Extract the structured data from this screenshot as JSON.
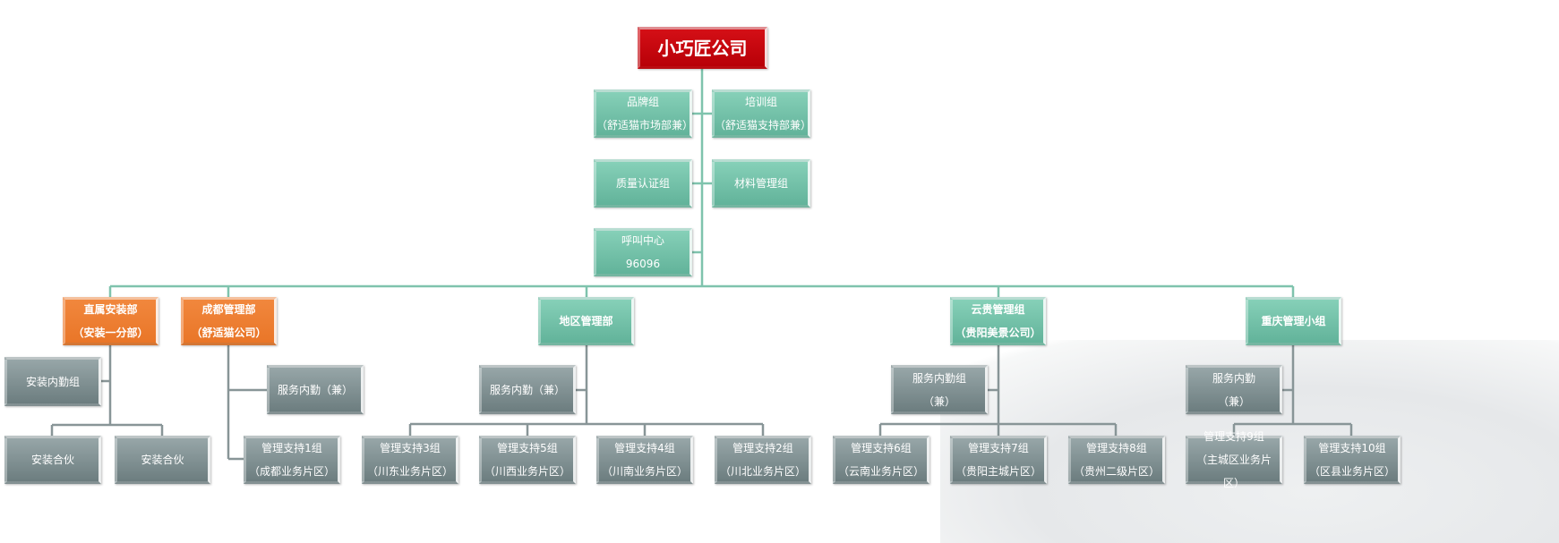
{
  "root": "小巧匠公司",
  "staff": {
    "brand": [
      "品牌组",
      "（舒适猫市场部兼）"
    ],
    "training": [
      "培训组",
      "（舒适猫支持部兼）"
    ],
    "quality": [
      "质量认证组"
    ],
    "material": [
      "材料管理组"
    ],
    "callcenter": [
      "呼叫中心",
      "96096"
    ]
  },
  "depts": {
    "direct": {
      "name": [
        "直属安装部",
        "（安装一分部）"
      ],
      "office": "安装内勤组",
      "partners": [
        "安装合伙",
        "安装合伙"
      ]
    },
    "chengdu": {
      "name": [
        "成都管理部",
        "（舒适猫公司）"
      ],
      "office": "服务内勤（兼）",
      "groups": [
        [
          "管理支持1组",
          "（成都业务片区）"
        ]
      ]
    },
    "region": {
      "name": [
        "地区管理部"
      ],
      "office": "服务内勤（兼）",
      "groups": [
        [
          "管理支持3组",
          "（川东业务片区）"
        ],
        [
          "管理支持5组",
          "（川西业务片区）"
        ],
        [
          "管理支持4组",
          "（川南业务片区）"
        ],
        [
          "管理支持2组",
          "（川北业务片区）"
        ]
      ]
    },
    "yungui": {
      "name": [
        "云贵管理组",
        "（贵阳美景公司）"
      ],
      "office": [
        "服务内勤组",
        "（兼）"
      ],
      "groups": [
        [
          "管理支持6组",
          "（云南业务片区）"
        ],
        [
          "管理支持7组",
          "（贵阳主城片区）"
        ],
        [
          "管理支持8组",
          "（贵州二级片区）"
        ]
      ]
    },
    "chongqing": {
      "name": [
        "重庆管理小组"
      ],
      "office": [
        "服务内勤",
        "（兼）"
      ],
      "groups": [
        [
          "管理支持9组",
          "（主城区业务片区）"
        ],
        [
          "管理支持10组",
          "（区县业务片区）"
        ]
      ]
    }
  },
  "colors": {
    "root": "#c00000",
    "staff": "#6fc0a5",
    "dept": "#ed7d31",
    "unit": "#7f8f91"
  }
}
